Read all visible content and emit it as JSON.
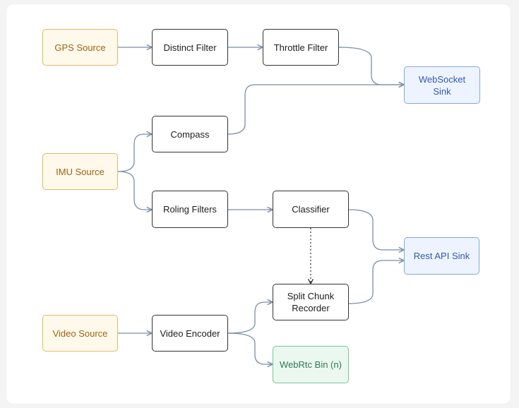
{
  "diagram": {
    "nodes": [
      {
        "id": "gps-source",
        "label": "GPS Source",
        "kind": "source"
      },
      {
        "id": "distinct-filter",
        "label": "Distinct Filter",
        "kind": "process"
      },
      {
        "id": "throttle-filter",
        "label": "Throttle Filter",
        "kind": "process"
      },
      {
        "id": "websocket-sink",
        "label": "WebSocket\nSink",
        "kind": "sink"
      },
      {
        "id": "compass",
        "label": "Compass",
        "kind": "process"
      },
      {
        "id": "imu-source",
        "label": "IMU Source",
        "kind": "source"
      },
      {
        "id": "roling-filters",
        "label": "Roling Filters",
        "kind": "process"
      },
      {
        "id": "classifier",
        "label": "Classifier",
        "kind": "process"
      },
      {
        "id": "rest-api-sink",
        "label": "Rest API Sink",
        "kind": "sink"
      },
      {
        "id": "split-chunk-recorder",
        "label": "Split Chunk\nRecorder",
        "kind": "process"
      },
      {
        "id": "video-source",
        "label": "Video Source",
        "kind": "source"
      },
      {
        "id": "video-encoder",
        "label": "Video Encoder",
        "kind": "process"
      },
      {
        "id": "webrtc-bin",
        "label": "WebRtc Bin (n)",
        "kind": "output"
      }
    ],
    "edges": [
      {
        "from": "gps-source",
        "to": "distinct-filter",
        "style": "solid"
      },
      {
        "from": "distinct-filter",
        "to": "throttle-filter",
        "style": "solid"
      },
      {
        "from": "throttle-filter",
        "to": "websocket-sink",
        "style": "solid"
      },
      {
        "from": "compass",
        "to": "websocket-sink",
        "style": "solid"
      },
      {
        "from": "imu-source",
        "to": "compass",
        "style": "solid"
      },
      {
        "from": "imu-source",
        "to": "roling-filters",
        "style": "solid"
      },
      {
        "from": "roling-filters",
        "to": "classifier",
        "style": "solid"
      },
      {
        "from": "classifier",
        "to": "rest-api-sink",
        "style": "solid"
      },
      {
        "from": "classifier",
        "to": "split-chunk-recorder",
        "style": "dotted"
      },
      {
        "from": "split-chunk-recorder",
        "to": "rest-api-sink",
        "style": "solid"
      },
      {
        "from": "video-source",
        "to": "video-encoder",
        "style": "solid"
      },
      {
        "from": "video-encoder",
        "to": "split-chunk-recorder",
        "style": "solid"
      },
      {
        "from": "video-encoder",
        "to": "webrtc-bin",
        "style": "solid"
      }
    ],
    "colors": {
      "source_border": "#e2b866",
      "source_fill": "#fff9ec",
      "sink_border": "#7fa6ea",
      "sink_fill": "#eef4ff",
      "output_border": "#78c79a",
      "output_fill": "#ebf8f0",
      "edge": "#7b8ea8"
    }
  }
}
